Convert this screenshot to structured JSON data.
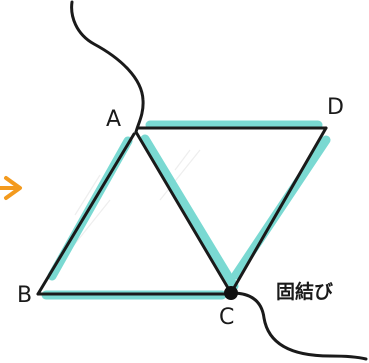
{
  "diagram": {
    "vertices": {
      "A": "A",
      "B": "B",
      "C": "C",
      "D": "D"
    },
    "knot_label": "固結び",
    "colors": {
      "highlight": "#7ad9d2",
      "line": "#1a1a1a",
      "arrow": "#f39a1e"
    }
  }
}
